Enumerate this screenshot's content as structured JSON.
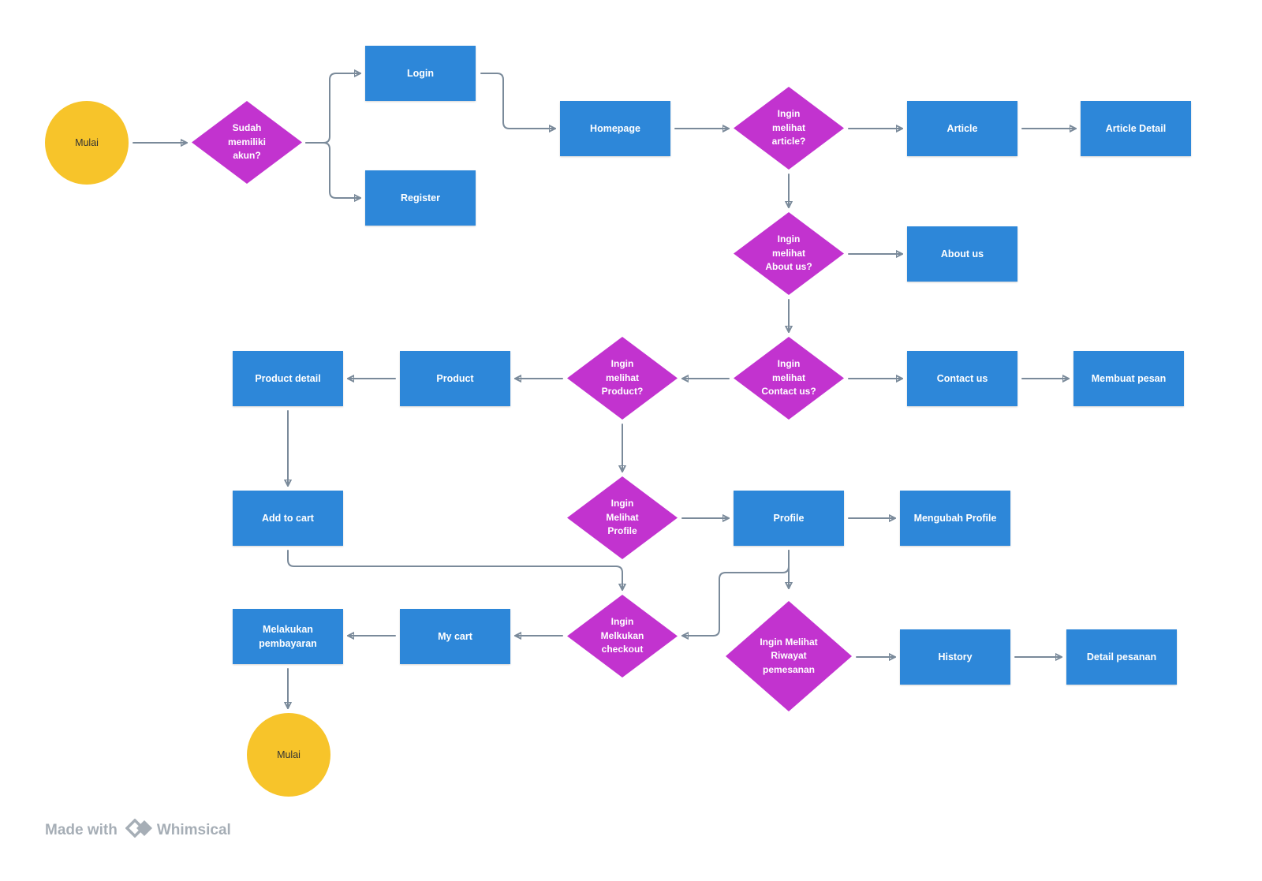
{
  "diagram": {
    "nodes": {
      "mulai_start": "Mulai",
      "sudah_akun": "Sudah\nmemiliki\nakun?",
      "login": "Login",
      "register": "Register",
      "homepage": "Homepage",
      "q_article": "Ingin\nmelihat\narticle?",
      "article": "Article",
      "article_detail": "Article Detail",
      "q_about": "Ingin\nmelihat\nAbout us?",
      "about_us": "About us",
      "q_contact": "Ingin\nmelihat\nContact us?",
      "contact_us": "Contact us",
      "membuat_pesan": "Membuat pesan",
      "q_product": "Ingin\nmelihat\nProduct?",
      "product": "Product",
      "product_detail": "Product detail",
      "add_to_cart": "Add to cart",
      "q_profile": "Ingin\nMelihat\nProfile",
      "profile": "Profile",
      "mengubah_profile": "Mengubah Profile",
      "q_checkout": "Ingin\nMelkukan\ncheckout",
      "my_cart": "My cart",
      "melakukan_pembayaran": "Melakukan\npembayaran",
      "mulai_end": "Mulai",
      "q_riwayat": "Ingin Melihat\nRiwayat\npemesanan",
      "history": "History",
      "detail_pesanan": "Detail pesanan"
    },
    "connections": [
      [
        "mulai_start",
        "sudah_akun"
      ],
      [
        "sudah_akun",
        "login"
      ],
      [
        "sudah_akun",
        "register"
      ],
      [
        "login",
        "homepage"
      ],
      [
        "homepage",
        "q_article"
      ],
      [
        "q_article",
        "article"
      ],
      [
        "article",
        "article_detail"
      ],
      [
        "q_article",
        "q_about"
      ],
      [
        "q_about",
        "about_us"
      ],
      [
        "q_about",
        "q_contact"
      ],
      [
        "q_contact",
        "contact_us"
      ],
      [
        "contact_us",
        "membuat_pesan"
      ],
      [
        "q_contact",
        "q_product"
      ],
      [
        "q_product",
        "product"
      ],
      [
        "product",
        "product_detail"
      ],
      [
        "product_detail",
        "add_to_cart"
      ],
      [
        "q_product",
        "q_profile"
      ],
      [
        "q_profile",
        "profile"
      ],
      [
        "profile",
        "mengubah_profile"
      ],
      [
        "add_to_cart",
        "q_checkout"
      ],
      [
        "profile",
        "q_checkout"
      ],
      [
        "profile",
        "q_riwayat"
      ],
      [
        "q_riwayat",
        "history"
      ],
      [
        "history",
        "detail_pesanan"
      ],
      [
        "q_checkout",
        "my_cart"
      ],
      [
        "my_cart",
        "melakukan_pembayaran"
      ],
      [
        "melakukan_pembayaran",
        "mulai_end"
      ]
    ],
    "colors": {
      "process": "#2d87d9",
      "decision": "#c233cf",
      "terminal": "#f7c42a",
      "connector": "#7a8a9a",
      "watermark": "#a6aeb6"
    }
  },
  "footer": {
    "made_with": "Made with",
    "brand": "Whimsical",
    "brand_icon": "whimsical-logo-icon"
  }
}
